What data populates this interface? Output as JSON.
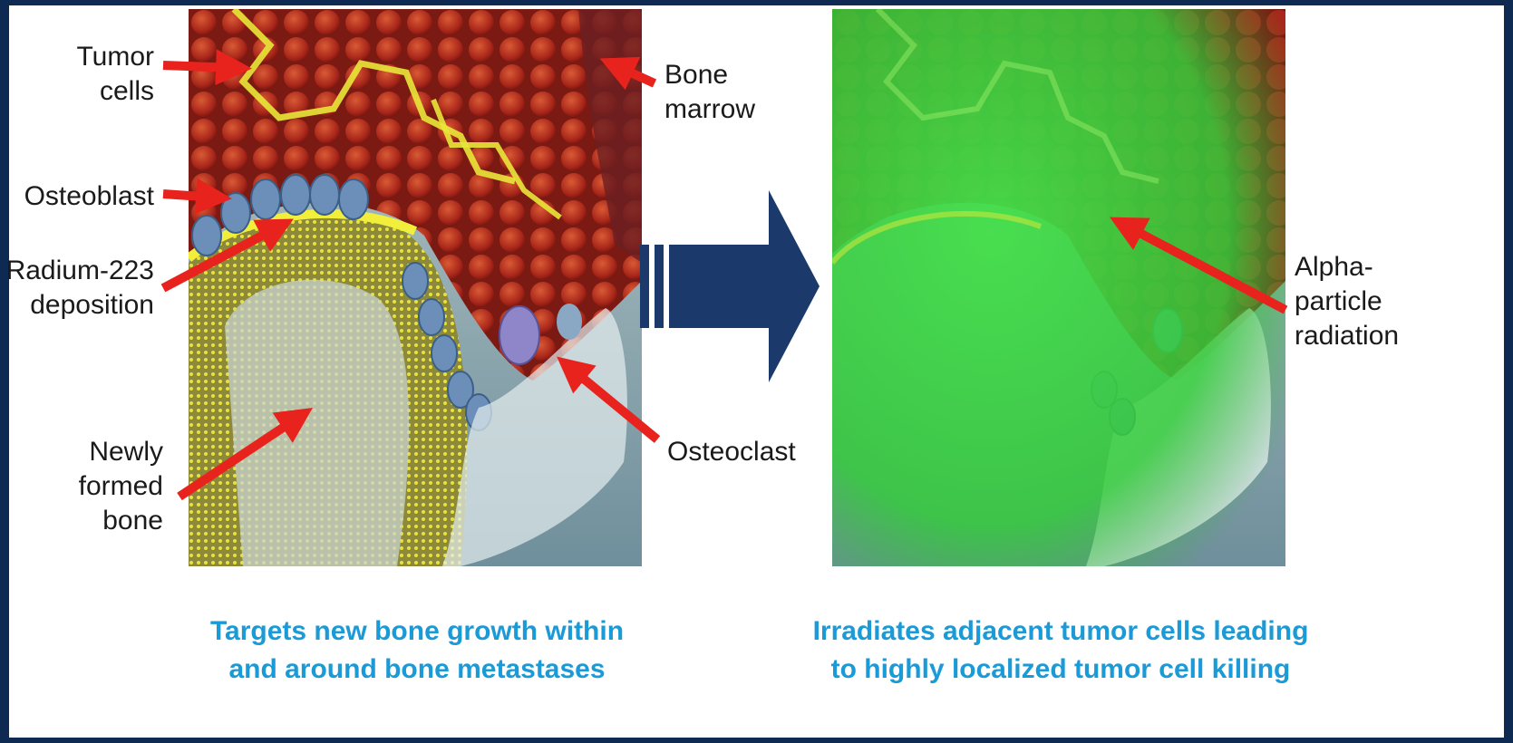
{
  "left_panel": {
    "labels": {
      "tumor_cells": "Tumor\ncells",
      "bone_marrow": "Bone\nmarrow",
      "osteoblast": "Osteoblast",
      "radium": "Radium-223\ndeposition",
      "newly_formed_bone": "Newly\nformed\nbone",
      "osteoclast": "Osteoclast"
    },
    "caption": "Targets new bone growth within\nand around bone metastases"
  },
  "right_panel": {
    "labels": {
      "alpha": "Alpha-\nparticle\nradiation"
    },
    "caption": "Irradiates adjacent tumor cells leading\nto highly localized tumor cell killing"
  },
  "colors": {
    "background": "#0f2a52",
    "arrow_red": "#e8231d",
    "caption_blue": "#1a9ad6",
    "big_arrow": "#1b3a6b"
  }
}
